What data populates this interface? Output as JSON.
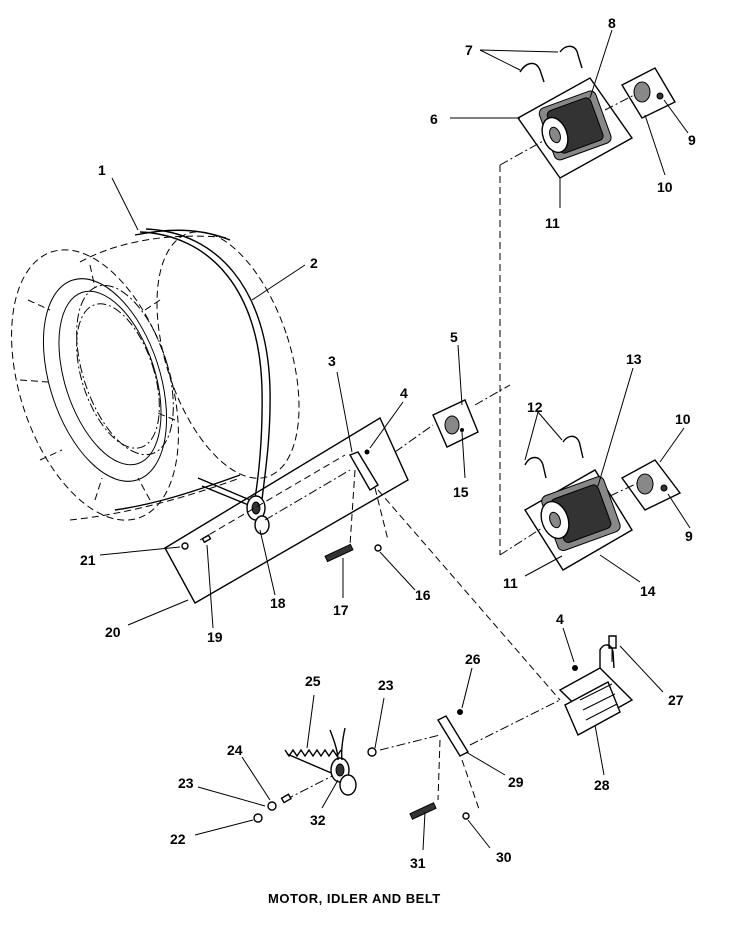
{
  "caption": "MOTOR, IDLER AND BELT",
  "callouts": [
    "1",
    "2",
    "3",
    "4",
    "5",
    "6",
    "7",
    "8",
    "9",
    "10",
    "11",
    "12",
    "13",
    "14",
    "15",
    "16",
    "17",
    "18",
    "19",
    "20",
    "21",
    "22",
    "23",
    "24",
    "25",
    "26",
    "27",
    "28",
    "29",
    "30",
    "31",
    "32"
  ],
  "colors": {
    "ink": "#000000",
    "paper": "#ffffff"
  }
}
